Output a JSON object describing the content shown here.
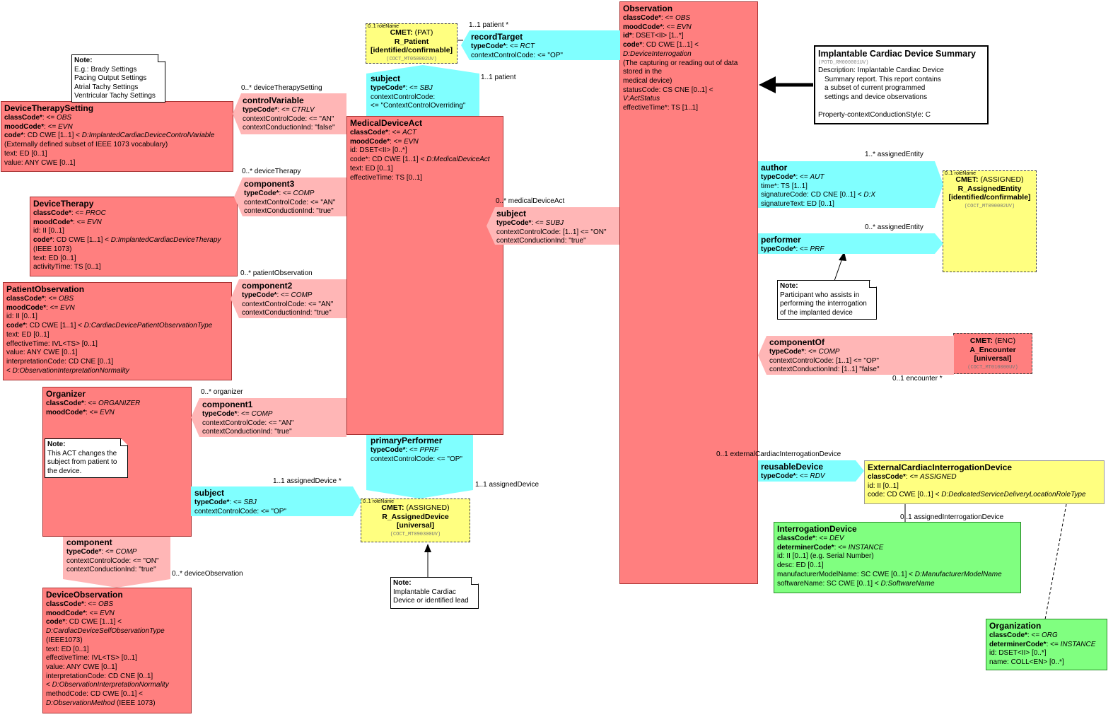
{
  "observation": {
    "title": "Observation",
    "lines": [
      {
        "k": "classCode*",
        "v": ": <= ",
        "i": "OBS"
      },
      {
        "k": "moodCode*",
        "v": ": <= ",
        "i": "EVN"
      },
      {
        "k": "id*",
        "v": ": DSET<II> [1..*]"
      },
      {
        "k": "code*",
        "v": ": CD CWE [1..1] <"
      },
      {
        "i": "D:DeviceInterrogation"
      },
      {
        "v": " (The capturing or reading out of data"
      },
      {
        "v": " stored in the"
      },
      {
        "v": "  medical device)"
      },
      {
        "v": "statusCode: CS CNE [0..1] <"
      },
      {
        "i": "V:ActStatus"
      },
      {
        "v": "effectiveTime*: TS [1..1]"
      }
    ]
  },
  "summary": {
    "title": "Implantable Cardiac Device Summary",
    "code": "(POTD_RM000001UV)",
    "lines": [
      "Description: Implantable Cardiac Device",
      "Summary report. This report contains",
      "a subset of current programmed",
      "settings and device observations",
      "",
      "Property-contextConductionStyle: C"
    ]
  },
  "medicalDeviceAct": {
    "title": "MedicalDeviceAct",
    "lines": [
      {
        "k": "classCode*",
        "v": ": <= ",
        "i": "ACT"
      },
      {
        "k": "moodCode*",
        "v": ": <= ",
        "i": "EVN"
      },
      {
        "v": "id: DSET<II> [0..*]"
      },
      {
        "v": "code*: CD CWE [1..1] < ",
        "i": "D:MedicalDeviceAct"
      },
      {
        "v": "text: ED [0..1]"
      },
      {
        "v": "effectiveTime: TS [0..1]"
      }
    ]
  },
  "deviceTherapySetting": {
    "title": "DeviceTherapySetting",
    "lines": [
      {
        "k": "classCode*",
        "v": ": <= ",
        "i": "OBS"
      },
      {
        "k": "moodCode*",
        "v": ": <= ",
        "i": "EVN"
      },
      {
        "k": "code*",
        "v": ": CD CWE [1..1] < ",
        "i": "D:ImplantedCardiacDeviceControlVariable"
      },
      {
        "v": " (Externally defined subset of IEEE 1073 vocabulary)"
      },
      {
        "v": "text: ED [0..1]"
      },
      {
        "v": "value: ANY CWE [0..1]"
      }
    ]
  },
  "deviceTherapy": {
    "title": "DeviceTherapy",
    "lines": [
      {
        "k": "classCode*",
        "v": ": <= ",
        "i": "PROC"
      },
      {
        "k": "moodCode*",
        "v": ": <= ",
        "i": "EVN"
      },
      {
        "v": "id: II [0..1]"
      },
      {
        "k": "code*",
        "v": ": CD CWE [1..1] < ",
        "i": "D:ImplantedCardiacDeviceTherapy"
      },
      {
        "v": " (IEEE 1073)"
      },
      {
        "v": "text: ED [0..1]"
      },
      {
        "v": "activityTime: TS [0..1]"
      }
    ]
  },
  "patientObservation": {
    "title": "PatientObservation",
    "lines": [
      {
        "k": "classCode*",
        "v": ": <= ",
        "i": "OBS"
      },
      {
        "k": "moodCode*",
        "v": ": <= ",
        "i": "EVN"
      },
      {
        "v": "id: II [0..1]"
      },
      {
        "k": "code*",
        "v": ": CD CWE [1..1] < ",
        "i": "D:CardiacDevicePatientObservationType"
      },
      {
        "v": "text: ED [0..1]"
      },
      {
        "v": "effectiveTime: IVL<TS> [0..1]"
      },
      {
        "v": "value: ANY CWE [0..1]"
      },
      {
        "v": "interpretationCode: CD CNE [0..1]"
      },
      {
        "v": " < ",
        "i": "D:ObservationInterpretationNormality"
      }
    ]
  },
  "organizer": {
    "title": "Organizer",
    "lines": [
      {
        "k": "classCode*",
        "v": ": <= ",
        "i": "ORGANIZER"
      },
      {
        "k": "moodCode*",
        "v": ": <= ",
        "i": "EVN"
      }
    ]
  },
  "deviceObservation": {
    "title": "DeviceObservation",
    "lines": [
      {
        "k": "classCode*",
        "v": ": <= ",
        "i": "OBS"
      },
      {
        "k": "moodCode*",
        "v": ": <= ",
        "i": "EVN"
      },
      {
        "k": "code*",
        "v": ": CD CWE [1..1] <"
      },
      {
        "i": "D:CardiacDeviceSelfObservationType"
      },
      {
        "v": " (IEEE1073)"
      },
      {
        "v": "text: ED [0..1]"
      },
      {
        "v": "effectiveTime: IVL<TS> [0..1]"
      },
      {
        "v": "value: ANY CWE [0..1]"
      },
      {
        "v": "interpretationCode: CD CNE [0..1]"
      },
      {
        "v": " < ",
        "i": "D:ObservationInterpretationNormality"
      },
      {
        "v": "methodCode: CD CWE [0..1] <"
      },
      {
        "i": "D:ObservationMethod",
        "t": " (IEEE 1073)"
      }
    ]
  },
  "externalDevice": {
    "title": "ExternalCardiacInterrogationDevice",
    "lines": [
      {
        "k": "classCode*",
        "v": ": <= ",
        "i": "ASSIGNED"
      },
      {
        "v": "id: II [0..1]"
      },
      {
        "v": "code: CD CWE [0..1] < ",
        "i": "D:DedicatedServiceDeliveryLocationRoleType"
      }
    ]
  },
  "interrogationDevice": {
    "title": "InterrogationDevice",
    "lines": [
      {
        "k": "classCode*",
        "v": ": <= ",
        "i": "DEV"
      },
      {
        "k": "determinerCode*",
        "v": ": <= ",
        "i": "INSTANCE"
      },
      {
        "v": "id: II [0..1] (e.g. Serial Number)"
      },
      {
        "v": "desc: ED [0..1]"
      },
      {
        "v": "manufacturerModelName: SC CWE [0..1] < ",
        "i": "D:ManufacturerModelName"
      },
      {
        "v": "softwareName: SC CWE [0..1] < ",
        "i": "D:SoftwareName"
      }
    ]
  },
  "organization": {
    "title": "Organization",
    "lines": [
      {
        "k": "classCode*",
        "v": ": <= ",
        "i": "ORG"
      },
      {
        "k": "determinerCode*",
        "v": ": <= ",
        "i": "INSTANCE"
      },
      {
        "v": "id: DSET<II> [0..*]"
      },
      {
        "v": "name: COLL<EN> [0..*]"
      }
    ]
  },
  "cmets": {
    "patient": {
      "tiny": "0..1 roleName",
      "l1b": "CMET:",
      "l1": " (PAT)",
      "l2": "R_Patient",
      "l3": "[identified/confirmable]",
      "code": "(COCT_MT050002UV)"
    },
    "assignedEntity": {
      "tiny": "0..1 roleName",
      "l1b": "CMET:",
      "l1": " (ASSIGNED)",
      "l2": "R_AssignedEntity",
      "l3": "[identified/confirmable]",
      "code": "(COCT_MT090002UV)"
    },
    "encounter": {
      "l1b": "CMET:",
      "l1": " (ENC)",
      "l2": "A_Encounter",
      "l3": "[universal]",
      "code": "(COCT_MT010000UV)"
    },
    "assignedDevice": {
      "tiny": "0..1 roleName",
      "l1b": "CMET:",
      "l1": " (ASSIGNED)",
      "l2": "R_AssignedDevice",
      "l3": "[universal]",
      "code": "(COCT_MT090300UV)"
    }
  },
  "rels": {
    "recordTarget": {
      "title": "recordTarget",
      "lines": [
        {
          "k": "typeCode*",
          "v": ": <= ",
          "i": "RCT"
        },
        {
          "v": "contextControlCode: <= \"OP\""
        }
      ]
    },
    "subjectPatient": {
      "title": "subject",
      "lines": [
        {
          "k": "typeCode*",
          "v": ": <= ",
          "i": "SBJ"
        },
        {
          "v": "contextControlCode:"
        },
        {
          "v": " <= \"ContextControlOverriding\""
        }
      ]
    },
    "controlVariable": {
      "title": "controlVariable",
      "lines": [
        {
          "k": "typeCode*",
          "v": ": <= ",
          "i": "CTRLV"
        },
        {
          "v": "contextControlCode: <= \"AN\""
        },
        {
          "v": "contextConductionInd: \"false\""
        }
      ]
    },
    "component3": {
      "title": "component3",
      "lines": [
        {
          "k": "typeCode*",
          "v": ": <= ",
          "i": "COMP"
        },
        {
          "v": "contextControlCode: <= \"AN\""
        },
        {
          "v": "contextConductionInd: \"true\""
        }
      ]
    },
    "component2": {
      "title": "component2",
      "lines": [
        {
          "k": "typeCode*",
          "v": ": <= ",
          "i": "COMP"
        },
        {
          "v": "contextControlCode: <= \"AN\""
        },
        {
          "v": "contextConductionInd: \"true\""
        }
      ]
    },
    "component1": {
      "title": "component1",
      "lines": [
        {
          "k": "typeCode*",
          "v": ": <= ",
          "i": "COMP"
        },
        {
          "v": "contextControlCode: <= \"AN\""
        },
        {
          "v": "contextConductionInd: \"true\""
        }
      ]
    },
    "subjectAct": {
      "title": "subject",
      "lines": [
        {
          "k": "typeCode*",
          "v": ": <= ",
          "i": "SUBJ"
        },
        {
          "v": "contextControlCode: [1..1] <= \"ON\""
        },
        {
          "v": "contextConductionInd: \"true\""
        }
      ]
    },
    "primaryPerformer": {
      "title": "primaryPerformer",
      "lines": [
        {
          "k": "typeCode*",
          "v": ": <= ",
          "i": "PPRF"
        },
        {
          "v": "contextControlCode: <= \"OP\""
        }
      ]
    },
    "subjectDevice": {
      "title": "subject",
      "lines": [
        {
          "k": "typeCode*",
          "v": ": <= ",
          "i": "SBJ"
        },
        {
          "v": "contextControlCode: <= \"OP\""
        }
      ]
    },
    "component": {
      "title": "component",
      "lines": [
        {
          "k": "typeCode*",
          "v": ": <= ",
          "i": "COMP"
        },
        {
          "v": "contextControlCode: <= \"ON\""
        },
        {
          "v": "contextConductionInd: \"true\""
        }
      ]
    },
    "author": {
      "title": "author",
      "lines": [
        {
          "k": "typeCode*",
          "v": ": <= ",
          "i": "AUT"
        },
        {
          "v": "time*: TS [1..1]"
        },
        {
          "v": "signatureCode: CD CNE [0..1] < ",
          "i": "D:X"
        },
        {
          "v": "signatureText: ED [0..1]"
        }
      ]
    },
    "performer": {
      "title": "performer",
      "lines": [
        {
          "k": "typeCode*",
          "v": ": <= ",
          "i": "PRF"
        }
      ]
    },
    "componentOf": {
      "title": "componentOf",
      "lines": [
        {
          "k": "typeCode*",
          "v": ": <= ",
          "i": "COMP"
        },
        {
          "v": "contextControlCode: [1..1] <= \"OP\""
        },
        {
          "v": "contextConductionInd: [1..1] \"false\""
        }
      ]
    },
    "reusableDevice": {
      "title": "reusableDevice",
      "lines": [
        {
          "k": "typeCode*",
          "v": ": <= ",
          "i": "RDV"
        }
      ]
    }
  },
  "notes": {
    "settings": {
      "title": "Note:",
      "lines": [
        "E.g.: Brady Settings",
        "Pacing Output Settings",
        "Atrial Tachy Settings",
        "Ventricular Tachy Settings"
      ]
    },
    "organizer": {
      "title": "Note:",
      "lines": [
        "This ACT changes the",
        "subject from patient to",
        "the device."
      ]
    },
    "participant": {
      "title": "Note:",
      "lines": [
        "Participant who assists in",
        "performing the interrogation",
        "of the implanted device"
      ]
    },
    "lead": {
      "title": "Note:",
      "lines": [
        "Implantable Cardiac",
        "Device or identified lead"
      ]
    }
  },
  "labels": {
    "patientRT": "1..1 patient  *",
    "patientSubj": "1..1 patient",
    "deviceTherapySetting": "0..* deviceTherapySetting",
    "deviceTherapy": "0..* deviceTherapy",
    "patientObservation": "0..* patientObservation",
    "organizer": "0..* organizer",
    "medicalDeviceAct": "0..* medicalDeviceAct",
    "assignedEntityAuthor": "1..* assignedEntity",
    "assignedEntityPerformer": "0..* assignedEntity",
    "encounter": "0..1 encounter  *",
    "externalDevice": "0..1 externalCardiacInterrogationDevice",
    "assignedDeviceSubj": "1..1 assignedDevice  *",
    "assignedDevicePP": "1..1 assignedDevice",
    "deviceObservation": "0..* deviceObservation",
    "assignedInterrogation": "0..1 assignedInterrogationDevice"
  }
}
